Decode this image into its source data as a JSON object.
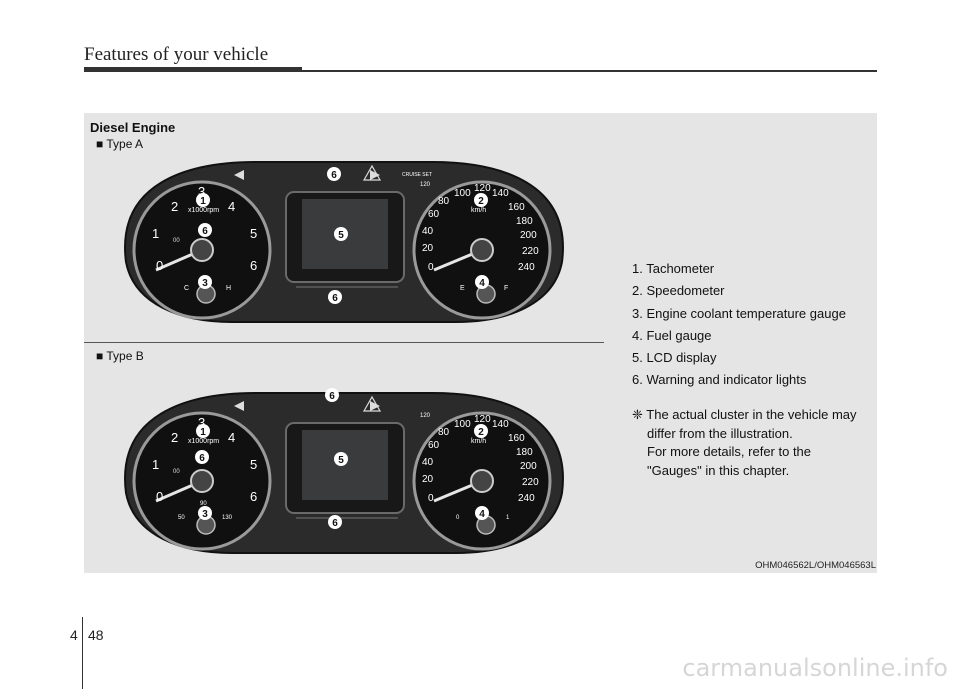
{
  "header": {
    "title": "Features of your vehicle"
  },
  "panel": {
    "engine_label": "Diesel Engine",
    "type_a_label": "■ Type A",
    "type_b_label": "■ Type B",
    "figure_code": "OHM046562L/OHM046563L"
  },
  "legend": {
    "items": [
      "1. Tachometer",
      "2. Speedometer",
      "3. Engine coolant temperature gauge",
      "4. Fuel gauge",
      "5. LCD display",
      "6. Warning and indicator lights"
    ]
  },
  "note": {
    "line1": "❈ The actual cluster in the vehicle may",
    "line2": "differ from the illustration.",
    "line3": "For more details, refer to the",
    "line4": "\"Gauges\" in this chapter."
  },
  "cluster": {
    "tach_ticks": [
      "0",
      "1",
      "2",
      "3",
      "4",
      "5",
      "6"
    ],
    "tach_unit": "x1000rpm",
    "speed_ticks": [
      "0",
      "20",
      "40",
      "60",
      "80",
      "100",
      "120",
      "140",
      "160",
      "180",
      "200",
      "220",
      "240"
    ],
    "speed_unit": "km/h",
    "tach_sub": "00",
    "type_a": {
      "temp_low": "C",
      "temp_high": "H",
      "fuel_low": "E",
      "fuel_high": "F",
      "top_right": "CRUISE  SET",
      "small_speed": "120"
    },
    "type_b": {
      "temp_low": "50",
      "temp_mid": "90",
      "temp_high": "130",
      "fuel_low": "0",
      "fuel_high": "1",
      "small_speed": "120"
    },
    "callouts": {
      "c1": "1",
      "c2": "2",
      "c3": "3",
      "c4": "4",
      "c5": "5",
      "c6": "6"
    }
  },
  "footer": {
    "chapter": "4",
    "page": "48"
  },
  "watermark": "carmanualsonline.info"
}
